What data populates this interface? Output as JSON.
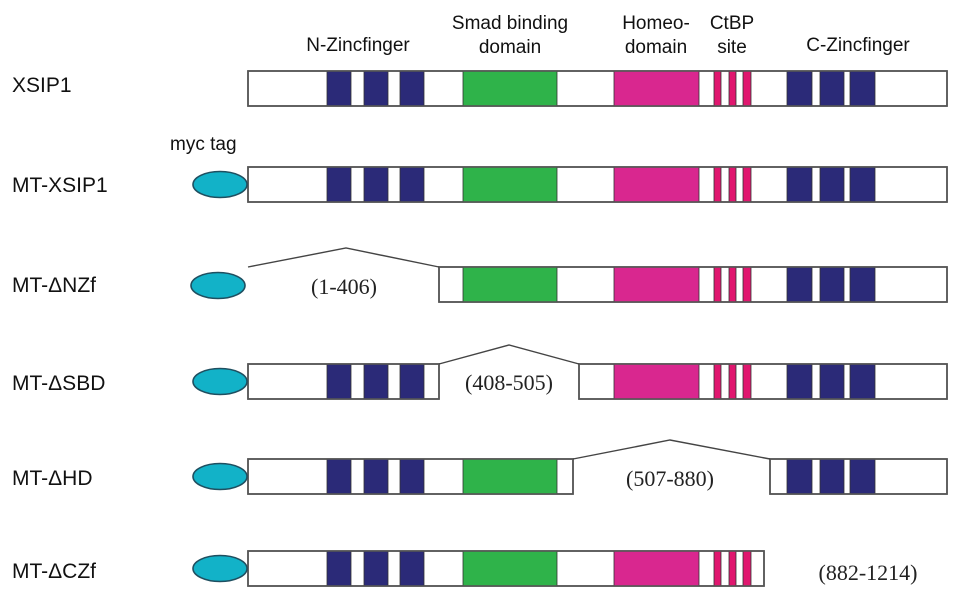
{
  "figure": {
    "headers": [
      {
        "id": "n-zincfinger",
        "lines": [
          "N-Zincfinger"
        ]
      },
      {
        "id": "smad-binding-domain",
        "lines": [
          "Smad binding",
          "domain"
        ]
      },
      {
        "id": "homeodomain",
        "lines": [
          "Homeo-",
          "domain"
        ]
      },
      {
        "id": "ctbp-site",
        "lines": [
          "CtBP",
          "site"
        ]
      },
      {
        "id": "c-zincfinger",
        "lines": [
          "C-Zincfinger"
        ]
      }
    ],
    "myc_tag_label": "myc tag",
    "colors": {
      "zincfinger": "#2b2a78",
      "smad_binding": "#2fb34a",
      "homeodomain": "#d9278f",
      "ctbp": "#e0176f",
      "myc_tag": "#12b2c8",
      "outline": "#555555"
    },
    "constructs": [
      {
        "name": "XSIP1",
        "myc_tag": false,
        "deletion": null
      },
      {
        "name": "MT-XSIP1",
        "myc_tag": true,
        "deletion": null
      },
      {
        "name": "MT-ΔNZf",
        "myc_tag": true,
        "deletion": {
          "domain": "N-Zincfinger",
          "range": "(1-406)"
        }
      },
      {
        "name": "MT-ΔSBD",
        "myc_tag": true,
        "deletion": {
          "domain": "Smad binding domain",
          "range": "(408-505)"
        }
      },
      {
        "name": "MT-ΔHD",
        "myc_tag": true,
        "deletion": {
          "domain": "Homeodomain",
          "range": "(507-880)"
        }
      },
      {
        "name": "MT-ΔCZf",
        "myc_tag": true,
        "deletion": {
          "domain": "C-Zincfinger",
          "range": "(882-1214)"
        }
      }
    ]
  }
}
